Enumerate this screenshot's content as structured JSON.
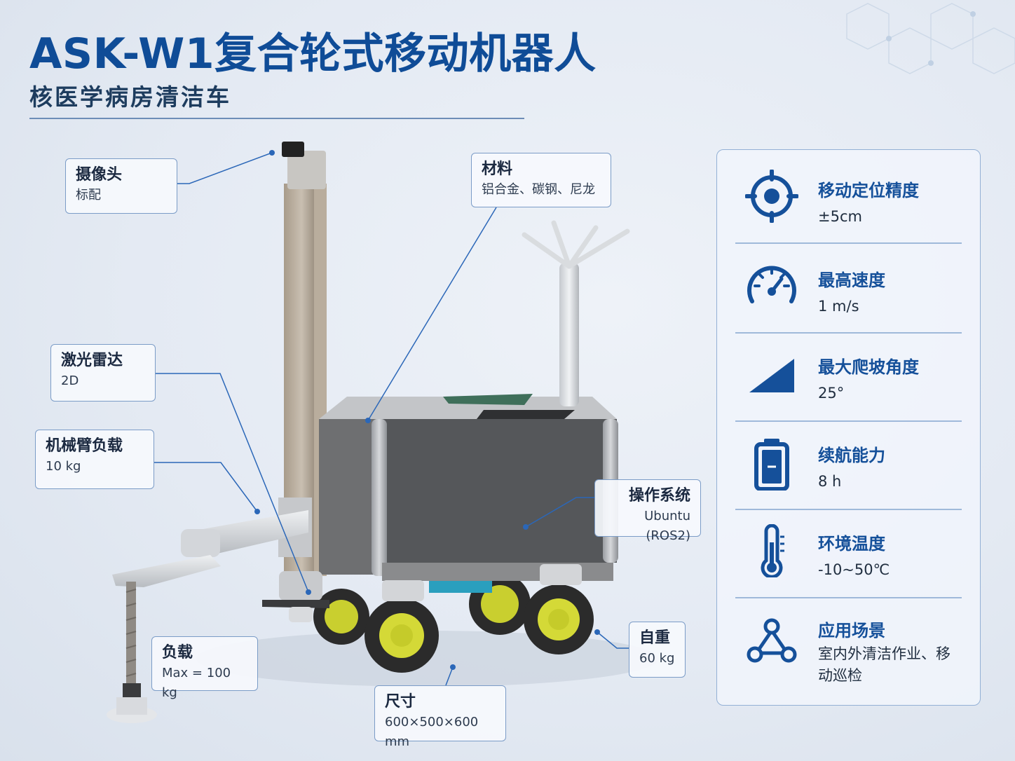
{
  "header": {
    "title": "ASK-W1复合轮式移动机器人",
    "subtitle": "核医学病房清洁车"
  },
  "colors": {
    "brand_blue": "#0f4c97",
    "accent_blue": "#15509a",
    "wheel_yellow": "#d4d937",
    "body_gray": "#55575a"
  },
  "callouts": {
    "camera": {
      "label": "摄像头",
      "value": "标配"
    },
    "lidar": {
      "label": "激光雷达",
      "value": "2D"
    },
    "arm_payload": {
      "label": "机械臂负载",
      "value": "10 kg"
    },
    "payload": {
      "label": "负载",
      "value": "Max = 100 kg"
    },
    "material": {
      "label": "材料",
      "value": "铝合金、碳钢、尼龙"
    },
    "os": {
      "label": "操作系统",
      "value": "Ubuntu (ROS2)"
    },
    "weight": {
      "label": "自重",
      "value": "60 kg"
    },
    "size": {
      "label": "尺寸",
      "value": "600×500×600 mm"
    }
  },
  "specs": [
    {
      "icon": "target-icon",
      "label": "移动定位精度",
      "value": "±5cm"
    },
    {
      "icon": "speedometer-icon",
      "label": "最高速度",
      "value": "1 m/s"
    },
    {
      "icon": "slope-icon",
      "label": "最大爬坡角度",
      "value": "25°"
    },
    {
      "icon": "battery-icon",
      "label": "续航能力",
      "value": "8 h"
    },
    {
      "icon": "thermometer-icon",
      "label": "环境温度",
      "value": "-10~50℃"
    },
    {
      "icon": "network-icon",
      "label": "应用场景",
      "value": "室内外清洁作业、移动巡检"
    }
  ]
}
